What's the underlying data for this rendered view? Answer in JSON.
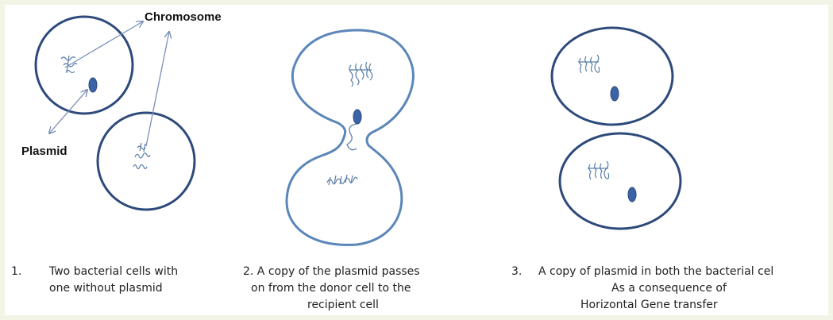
{
  "labels": {
    "chromosome": "Chromosome",
    "plasmid": "Plasmid"
  },
  "captions": {
    "step1": {
      "number": "1.",
      "line1": "Two bacterial cells with",
      "line2": "one without plasmid"
    },
    "step2": {
      "line1": "2. A copy of the plasmid passes",
      "line2": "on from the donor cell to the",
      "line3": "recipient cell"
    },
    "step3": {
      "number": "3.",
      "line1": "A copy of plasmid in both the bacterial cel",
      "line2": "As a consequence of",
      "line3": "Horizontal Gene transfer"
    }
  },
  "colors": {
    "cell_outline": "#2e4a7a",
    "squiggle": "#5b7fa8",
    "plasmid": "#3a63a8",
    "arrow": "#7a8fb8",
    "background": "#f2f5e6"
  }
}
